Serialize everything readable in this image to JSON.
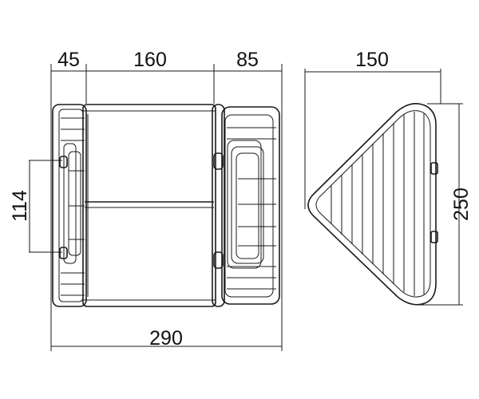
{
  "drawing": {
    "front_view": {
      "dimensions": {
        "left_depth": "45",
        "center_width": "160",
        "right_depth": "85",
        "overall_width": "290",
        "mount_height": "114"
      }
    },
    "side_view": {
      "dimensions": {
        "width": "150",
        "height": "250"
      }
    }
  }
}
